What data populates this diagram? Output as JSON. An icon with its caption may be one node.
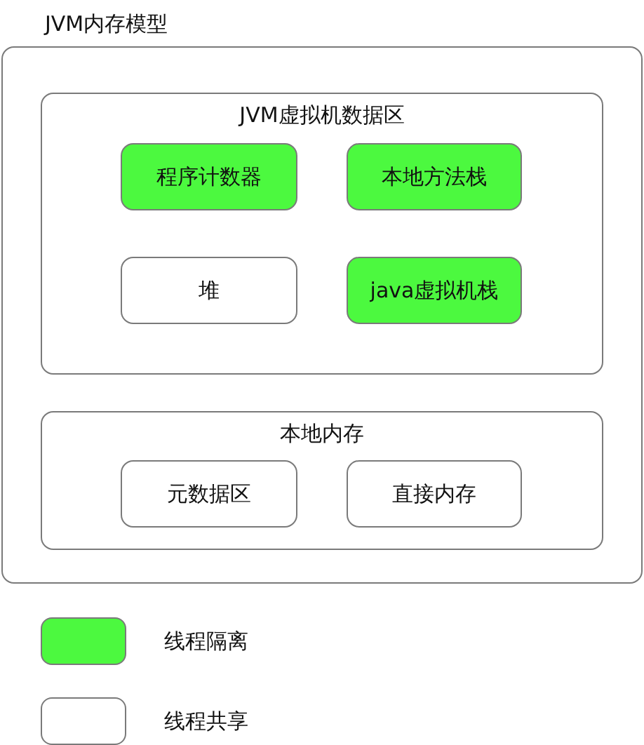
{
  "diagram": {
    "nodes": [
      {
        "text": [
          "JVM内存模型"
        ]
      },
      {
        "text": [
          "JVM虚拟机数据区"
        ],
        "in": 0
      },
      {
        "text": [
          "程序计数器"
        ],
        "in": 1
      },
      {
        "text": [
          "本地方法栈"
        ],
        "in": 1
      },
      {
        "text": [
          "堆"
        ],
        "in": 1
      },
      {
        "text": [
          "java虚拟机栈"
        ],
        "in": 1
      },
      {
        "text": [
          "本地内存"
        ],
        "in": 0
      },
      {
        "text": [
          "元数据区"
        ],
        "in": 6
      },
      {
        "text": [
          "直接内存"
        ],
        "in": 6
      }
    ],
    "edges": [],
    "legend": [
      {
        "text": "线程隔离",
        "color": "#4cf93f"
      },
      {
        "text": "线程共享",
        "color": "#ffffff"
      }
    ]
  }
}
